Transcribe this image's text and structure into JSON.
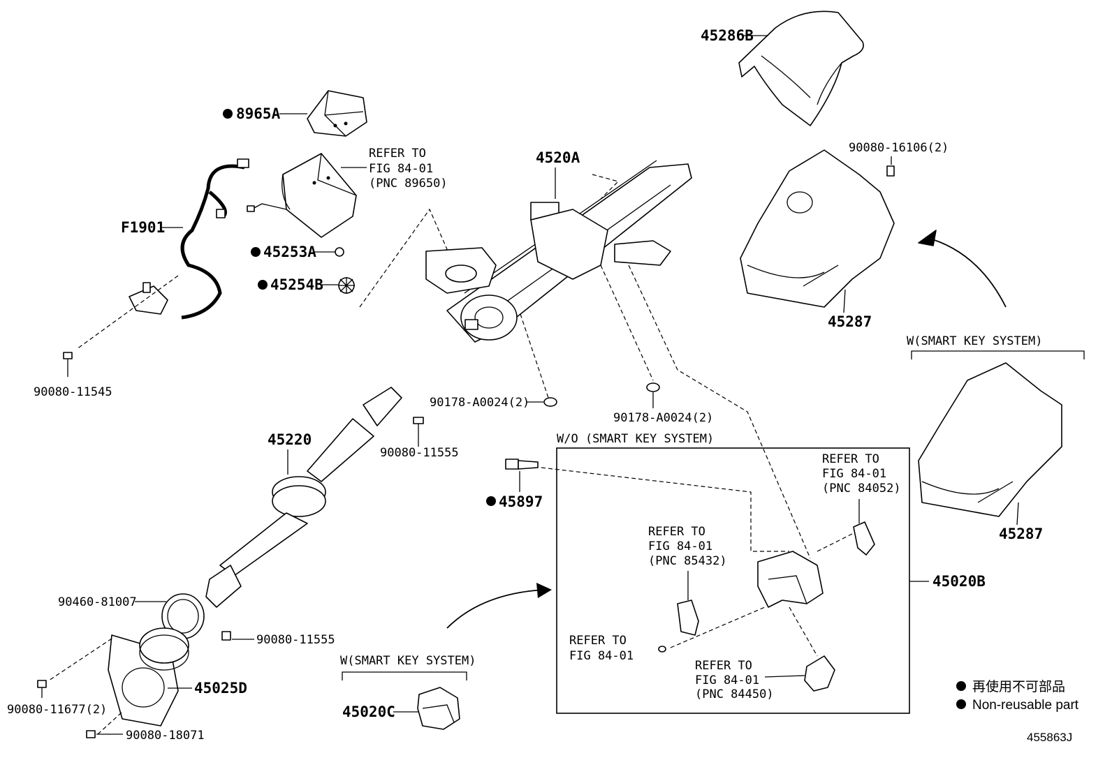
{
  "labels": {
    "p45286B": "45286B",
    "p8965A": "8965A",
    "p4520A": "4520A",
    "pF1901": "F1901",
    "p45253A": "45253A",
    "p45254B": "45254B",
    "p90080_11545": "90080-11545",
    "p45220": "45220",
    "p90178_a": "90178-A0024(2)",
    "p90178_b": "90178-A0024(2)",
    "p90080_11555_a": "90080-11555",
    "p90080_11555_b": "90080-11555",
    "p90080_16106": "90080-16106(2)",
    "p45287_a": "45287",
    "p45287_b": "45287",
    "p45897": "45897",
    "p90460": "90460-81007",
    "p45025D": "45025D",
    "p90080_11677": "90080-11677(2)",
    "p90080_18071": "90080-18071",
    "p45020C": "45020C",
    "p45020B": "45020B"
  },
  "refs": {
    "r89650": [
      "REFER TO",
      "FIG 84-01",
      "(PNC 89650)"
    ],
    "r84052": [
      "REFER TO",
      "FIG 84-01",
      "(PNC 84052)"
    ],
    "r85432": [
      "REFER TO",
      "FIG 84-01",
      "(PNC 85432)"
    ],
    "r84450": [
      "REFER TO",
      "FIG 84-01",
      "(PNC 84450)"
    ],
    "rplain": [
      "REFER TO",
      "FIG 84-01"
    ]
  },
  "groups": {
    "smart_key_top": "W(SMART KEY SYSTEM)",
    "smart_key_bottom": "W(SMART KEY SYSTEM)",
    "wo_smart_key": "W/O (SMART KEY SYSTEM)"
  },
  "legend": {
    "jp": "再使用不可部品",
    "en": "Non-reusable part"
  },
  "figure_id": "455863J"
}
